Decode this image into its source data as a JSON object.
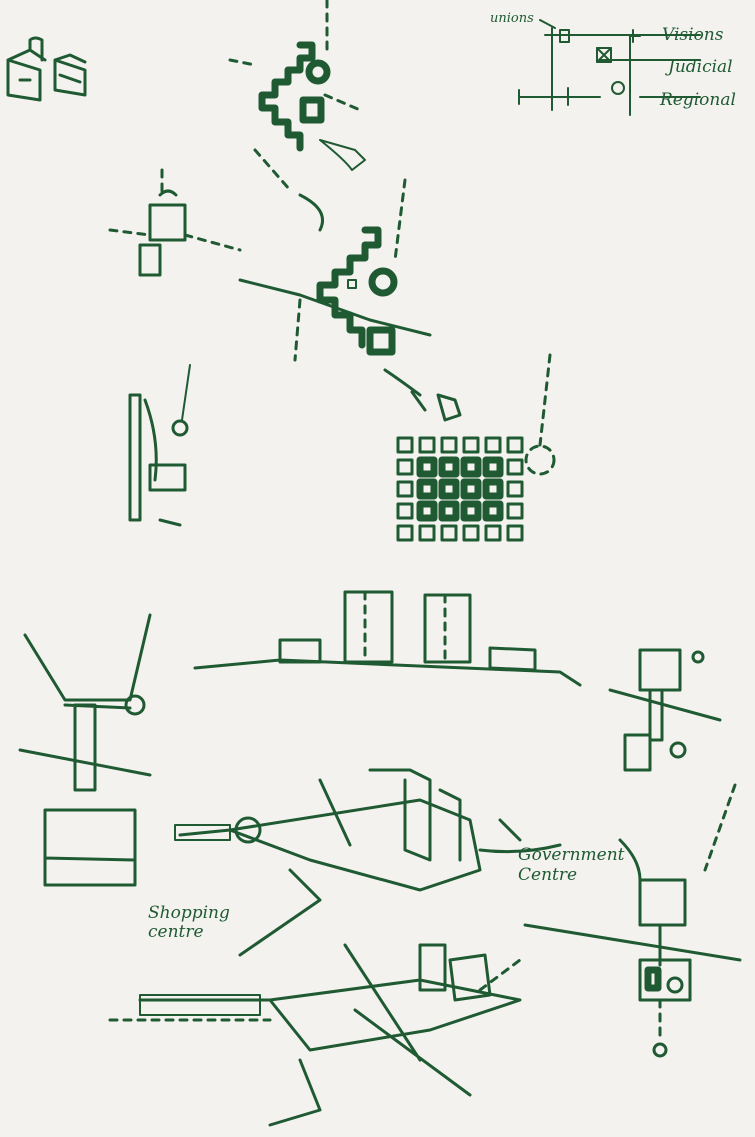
{
  "legend": {
    "unions": "unions",
    "visions": "Visions",
    "judicial": "Judicial",
    "regional": "Regional"
  },
  "labels": {
    "government_centre_line1": "Government",
    "government_centre_line2": "Centre",
    "shopping_centre_line1": "Shopping",
    "shopping_centre_line2": "centre"
  },
  "colors": {
    "paper": "#f3f2ee",
    "ink": "#1f5a33"
  }
}
